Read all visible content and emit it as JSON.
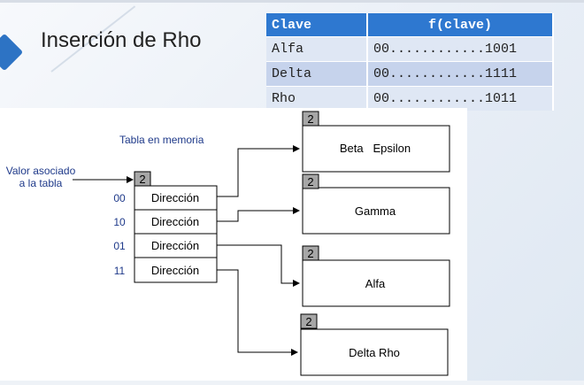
{
  "slide": {
    "title": "Inserción de Rho"
  },
  "table": {
    "headers": [
      "Clave",
      "f(clave)"
    ],
    "rows": [
      [
        "Alfa",
        "00............1001"
      ],
      [
        "Delta",
        "00............1111"
      ],
      [
        "Rho",
        "00............1011"
      ]
    ]
  },
  "diagram": {
    "memory_label": "Tabla en memoria",
    "associated_value_label": [
      "Valor asociado",
      "a la tabla"
    ],
    "global_depth": "2",
    "directory": [
      {
        "index": "00",
        "label": "Dirección"
      },
      {
        "index": "10",
        "label": "Dirección"
      },
      {
        "index": "01",
        "label": "Dirección"
      },
      {
        "index": "11",
        "label": "Dirección"
      }
    ],
    "buckets": [
      {
        "depth": "2",
        "content": "Beta   Epsilon"
      },
      {
        "depth": "2",
        "content": "Gamma"
      },
      {
        "depth": "2",
        "content": "Alfa"
      },
      {
        "depth": "2",
        "content": "Delta Rho"
      }
    ]
  },
  "colors": {
    "header_blue": "#2e78d0",
    "row_light": "#dfe7f4",
    "row_dark": "#c6d3ec",
    "accent": "#2d73c4",
    "label_blue": "#1f3a8a",
    "depth_gray": "#a6a6a6"
  }
}
